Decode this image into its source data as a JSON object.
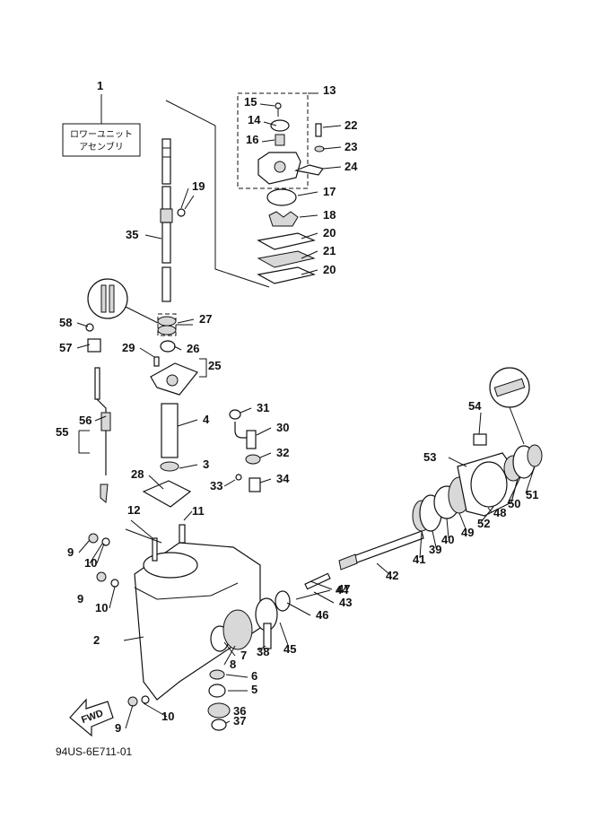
{
  "title_box": {
    "line1": "ロワーユニット",
    "line2": "アセンブリ"
  },
  "assembly_no": "1",
  "fwd_label": "FWD",
  "footer_code": "94US-6E711-01",
  "callouts": [
    {
      "text": "1"
    },
    {
      "text": "2"
    },
    {
      "text": "3"
    },
    {
      "text": "4"
    },
    {
      "text": "5"
    },
    {
      "text": "6"
    },
    {
      "text": "7"
    },
    {
      "text": "8"
    },
    {
      "text": "9"
    },
    {
      "text": "9"
    },
    {
      "text": "9"
    },
    {
      "text": "10"
    },
    {
      "text": "10"
    },
    {
      "text": "10"
    },
    {
      "text": "11"
    },
    {
      "text": "12"
    },
    {
      "text": "13"
    },
    {
      "text": "14"
    },
    {
      "text": "15"
    },
    {
      "text": "16"
    },
    {
      "text": "17"
    },
    {
      "text": "18"
    },
    {
      "text": "19"
    },
    {
      "text": "20"
    },
    {
      "text": "20"
    },
    {
      "text": "21"
    },
    {
      "text": "22"
    },
    {
      "text": "23"
    },
    {
      "text": "24"
    },
    {
      "text": "25"
    },
    {
      "text": "26"
    },
    {
      "text": "27"
    },
    {
      "text": "28"
    },
    {
      "text": "29"
    },
    {
      "text": "30"
    },
    {
      "text": "31"
    },
    {
      "text": "32"
    },
    {
      "text": "33"
    },
    {
      "text": "34"
    },
    {
      "text": "35"
    },
    {
      "text": "36"
    },
    {
      "text": "37"
    },
    {
      "text": "38"
    },
    {
      "text": "39"
    },
    {
      "text": "40"
    },
    {
      "text": "41"
    },
    {
      "text": "42"
    },
    {
      "text": "43"
    },
    {
      "text": "44"
    },
    {
      "text": "45"
    },
    {
      "text": "46"
    },
    {
      "text": "47"
    },
    {
      "text": "48"
    },
    {
      "text": "49"
    },
    {
      "text": "50"
    },
    {
      "text": "51"
    },
    {
      "text": "52"
    },
    {
      "text": "53"
    },
    {
      "text": "54"
    },
    {
      "text": "55"
    },
    {
      "text": "56"
    },
    {
      "text": "57"
    },
    {
      "text": "58"
    }
  ]
}
